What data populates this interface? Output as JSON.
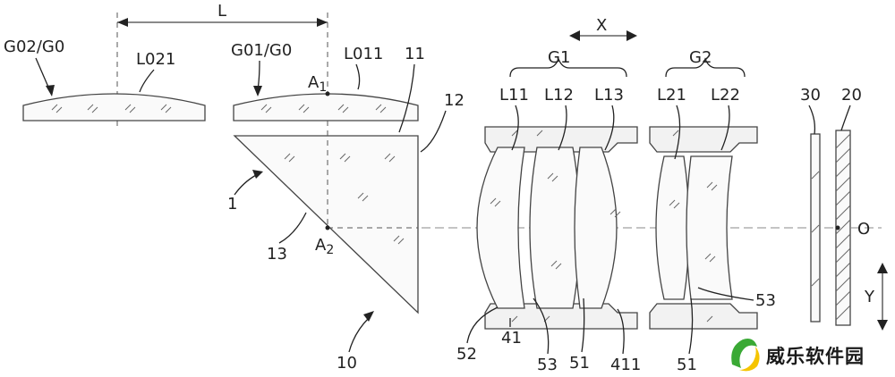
{
  "labels": {
    "L": "L",
    "G02_G0": "G02/G0",
    "L021": "L021",
    "G01_G0": "G01/G0",
    "A1": "A",
    "A1_sub": "1",
    "L011": "L011",
    "n11": "11",
    "n12": "12",
    "n1": "1",
    "n13": "13",
    "A2": "A",
    "A2_sub": "2",
    "n10": "10",
    "X": "X",
    "G1": "G1",
    "G2": "G2",
    "L11": "L11",
    "L12": "L12",
    "L13": "L13",
    "L21": "L21",
    "L22": "L22",
    "n30": "30",
    "n20": "20",
    "O": "O",
    "Y": "Y",
    "n52": "52",
    "n41": "41",
    "n53a": "53",
    "n51a": "51",
    "n411": "411",
    "n51b": "51",
    "n53b": "53"
  },
  "watermark": {
    "text": "威乐软件园",
    "logo_icon": "leaf-swirl-logo-icon"
  },
  "colors": {
    "line": "#444444",
    "watermark_green": "#3aa935",
    "watermark_yellow": "#f5c400"
  }
}
